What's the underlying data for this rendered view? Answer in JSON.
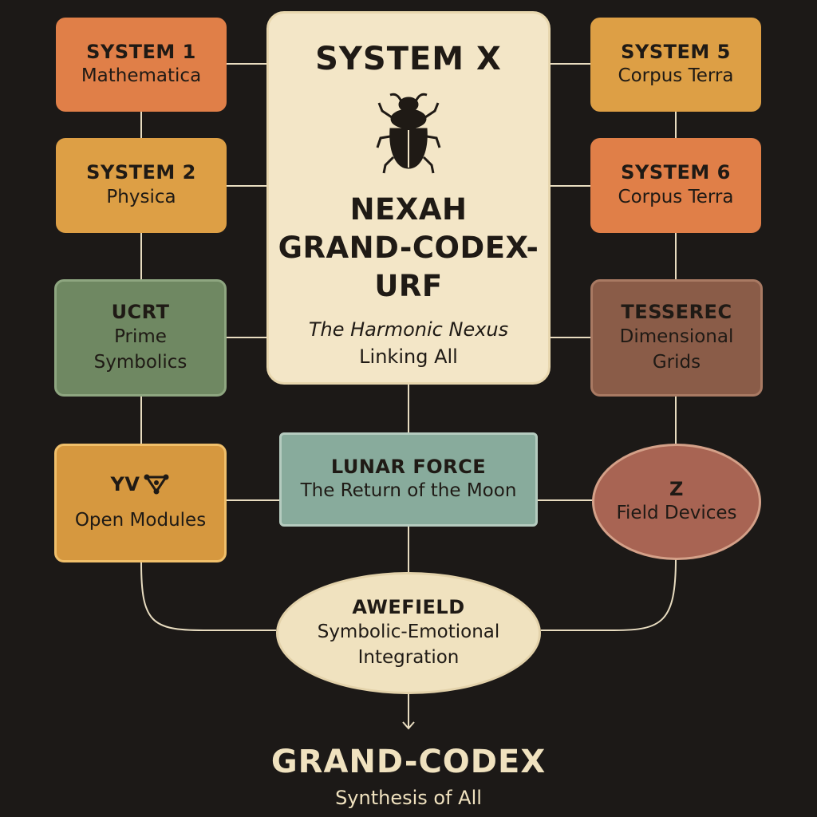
{
  "center": {
    "header": "SYSTEM X",
    "line1": "NEXAH",
    "line2": "GRAND-CODEX-",
    "line3": "URF",
    "tagline_italic": "The Harmonic Nexus",
    "tagline": "Linking All"
  },
  "nodes": {
    "system1": {
      "title": "SYSTEM 1",
      "subtitle": "Mathematica"
    },
    "system2": {
      "title": "SYSTEM 2",
      "subtitle": "Physica"
    },
    "ucrt": {
      "title": "UCRT",
      "line1": "Prime",
      "line2": "Symbolics"
    },
    "yv": {
      "title": "YV",
      "subtitle": "Open Modules"
    },
    "system5": {
      "title": "SYSTEM 5",
      "subtitle": "Corpus Terra"
    },
    "system6": {
      "title": "SYSTEM 6",
      "subtitle": "Corpus Terra"
    },
    "tesserec": {
      "title": "TESSEREC",
      "line1": "Dimensional",
      "line2": "Grids"
    },
    "z": {
      "title": "Z",
      "subtitle": "Field Devices"
    },
    "lunar": {
      "title": "LUNAR FORCE",
      "subtitle": "The Return of the Moon"
    },
    "awefield": {
      "title": "AWEFIELD",
      "line1": "Symbolic-Emotional",
      "line2": "Integration"
    }
  },
  "final": {
    "title": "GRAND-CODEX",
    "subtitle": "Synthesis of All"
  },
  "icons": [
    "scarab-beetle-icon",
    "triangle-network-icon",
    "down-arrow-icon"
  ],
  "colors": {
    "background": "#1c1917",
    "orange": "#e07f48",
    "amber": "#dd9f45",
    "green": "#6f8862",
    "brown": "#8a5c48",
    "teal": "#88ab9c",
    "cream": "#f3e6c7",
    "line": "#e8dcc0"
  }
}
